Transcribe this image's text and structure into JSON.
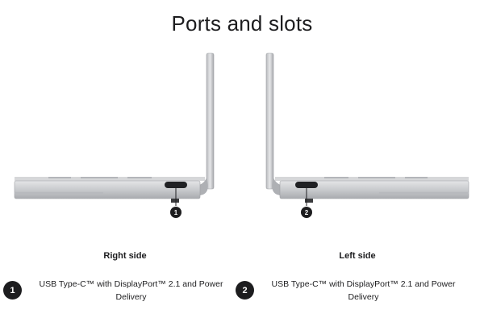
{
  "page": {
    "title": "Ports and slots"
  },
  "sides": [
    {
      "heading": "Right side",
      "callout": "1",
      "port_description": "USB Type-C™ with DisplayPort™ 2.1 and Power Delivery"
    },
    {
      "heading": "Left side",
      "callout": "2",
      "port_description": "USB Type-C™ with DisplayPort™ 2.1 and Power Delivery"
    }
  ],
  "colors": {
    "text": "#1d1d1f",
    "badge": "#1d1d1f",
    "badge_text": "#ffffff",
    "chassis": "#c9cbcd",
    "chassis_dark": "#9a9ca0",
    "port": "#202124"
  }
}
